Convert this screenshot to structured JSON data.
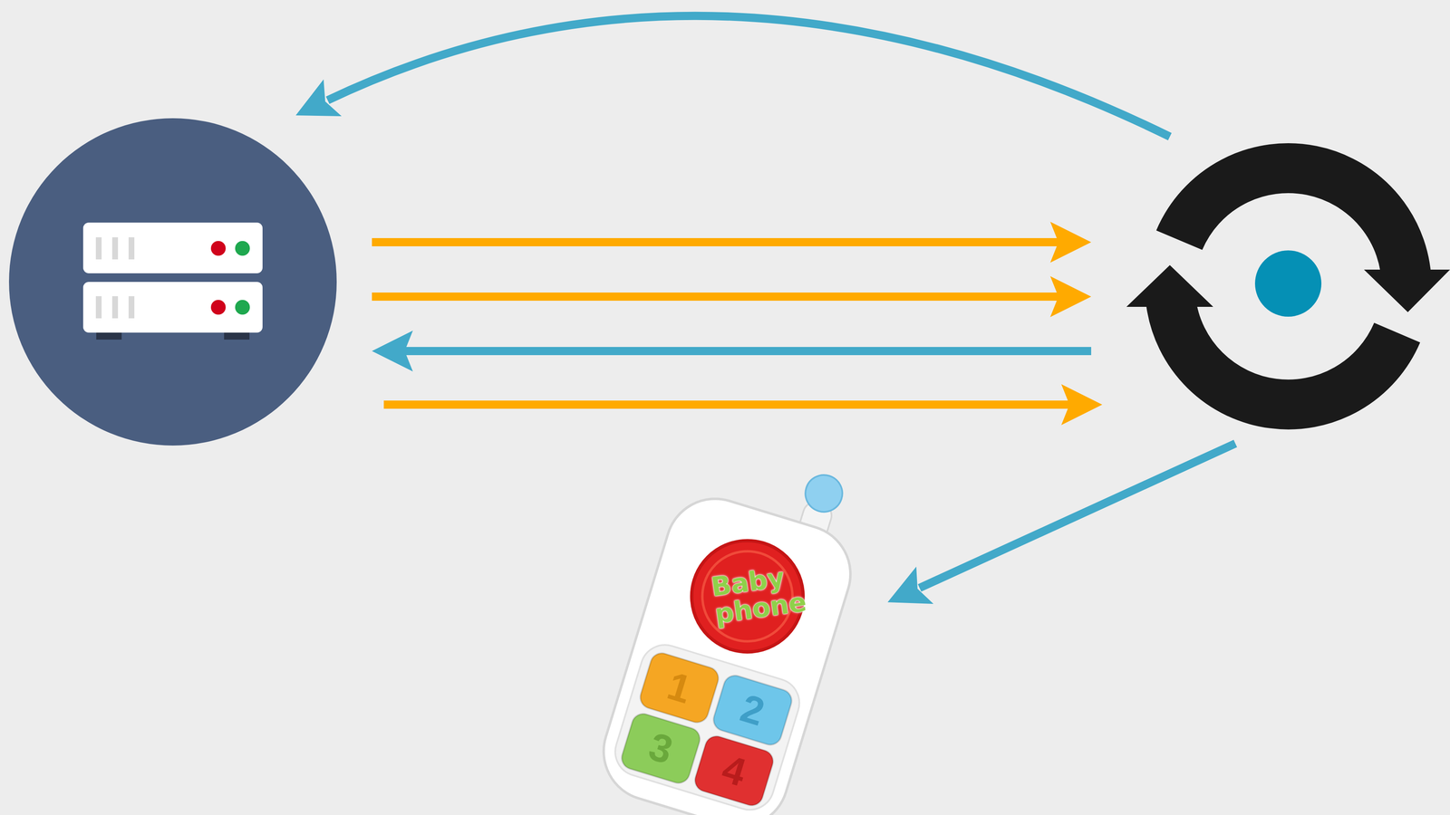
{
  "diagram": {
    "nodes": [
      {
        "text": [
          "Baby phone"
        ]
      },
      {
        "text": [
          "1"
        ]
      },
      {
        "text": [
          "2"
        ]
      },
      {
        "text": [
          "3"
        ]
      },
      {
        "text": [
          "4"
        ]
      }
    ]
  }
}
